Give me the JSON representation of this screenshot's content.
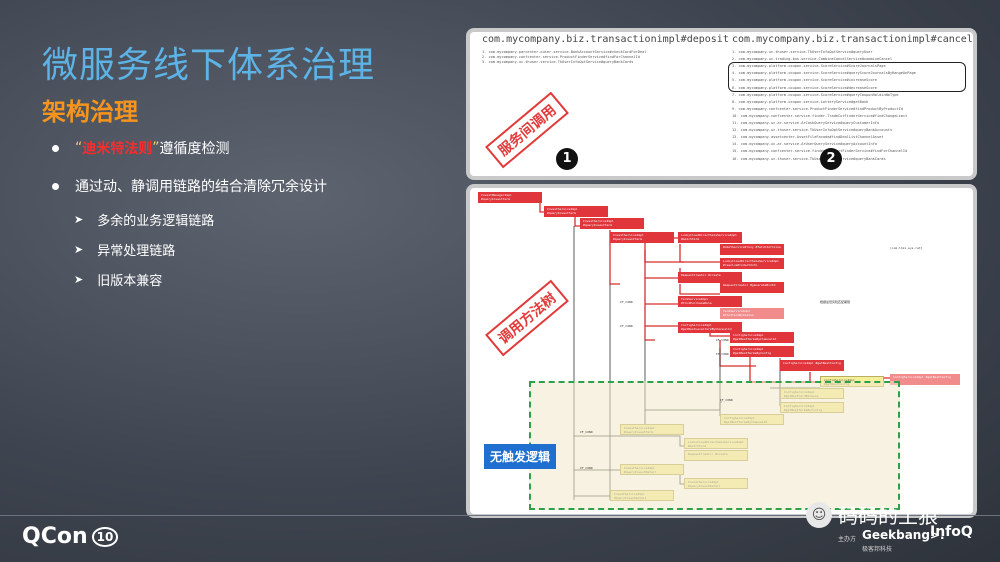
{
  "slide": {
    "title": "微服务线下体系治理",
    "subtitle": "架构治理",
    "bullet1": {
      "quote_open": "“",
      "highlight": "迪米特法则",
      "quote_close": "”",
      "text": "遵循度检测"
    },
    "bullet2": "通过动、静调用链路的结合清除冗余设计",
    "sub_items": [
      "多余的业务逻辑链路",
      "异常处理链路",
      "旧版本兼容"
    ],
    "logo_text": "QCon",
    "logo_badge": "10",
    "watermark": "码码的土狼",
    "org_label": "主办方",
    "brand1": "Geekbang>.",
    "brand1_sub": "极客邦科技",
    "brand2": "InfoQ"
  },
  "panel1": {
    "left_header": "com.mycompany.biz.transactionimpl#deposit",
    "right_header": "com.mycompany.biz.transactionimpl#cancel",
    "stamp": "服务间调用",
    "badge_left": "1",
    "badge_right": "2",
    "left_lines": [
      "1. com.mycompany.parcenter.outer.service.BankAccountService#checkCardForDeal",
      "2. com.mycompany.confcenter.service.ProductFinderService#findForChannelId",
      "3. com.mycompany.uc.thuser.service.TkUserInfoOptService#queryBankCards"
    ],
    "right_lines": [
      "1. com.mycompany.uc.thuser.service.TkUserInfoOptService#queryUser",
      "2. com.mycompany.uc.trading.bus.service.CombineCancelService#combineCancel",
      "3. com.mycompany.platform.coupon.service.ScoreService#ScoreJournalsPage",
      "4. com.mycompany.platform.coupon.service.ScoreService#queryScoreJournalsByRangeOnPage",
      "5. com.mycompany.platform.coupon.service.ScoreService#increaseScore",
      "6. com.mycompany.platform.coupon.service.ScoreService#decreaseScore",
      "7. com.mycompany.platform.coupon.service.ScoreService#queryCouponHoldinNoType",
      "8. com.mycompany.platform.coupon.service.LotteryService#getBank",
      "9. com.mycompany.confcenter.service.ProductFinderService#findProductByProductId",
      "10. com.mycompany.confcenter.service.finder.TradeCutFinderService#findChangeLimit",
      "11. com.mycompany.uc.ar.service.ArCashQueryService#queryCustomerInfo",
      "12. com.mycompany.uc.thuser.service.TkUserInfoOptService#queryBankAccounts",
      "13. com.mycompany.assetcenter.AssetFileFacade#findDealListChannelAsset",
      "14. com.mycompany.uc.ar.service.ArUserQueryService#queryAccountInfo",
      "15. com.mycompany.confcenter.service.finder.ProductFinderService#findForChannelId",
      "16. com.mycompany.uc.thuser.service.TkUserInfoOptService#queryBankCards"
    ]
  },
  "panel2": {
    "stamp": "调用方法树",
    "dead_label": "无触发逻辑",
    "nodes": [
      "InvestManagerImpl #queryInvestTerm",
      "InvestServiceImpl #queryInvestTerm",
      "InvestServiceImpl #queryInvestTerm",
      "InvestServiceImpl #queryInvestTerm",
      "LuckyCloudDirectSaleServiceImpl #matchTerm",
      "RobotServiceProxy #fetchInfoline",
      "LuckyCloudDirectSaleServiceImpl #resolveProductInfo",
      "RequestCreator #create",
      "RequestCreator #generateBizId",
      "TermServiceImpl #findPurchaseRule",
      "TermServiceImpl #findTermByStatus",
      "ConfigServiceImpl #getBestLevelTermByChannelId",
      "ConfigServiceImpl #getBestTermsByChannelId",
      "ConfigServiceImpl #getBestTermsByConfig",
      "ConfigServiceImpl #getBestConfig",
      "ConfigServiceImpl #getBestConfig",
      "ConfigServiceImpl #getBestConfig",
      "ConfigServiceImpl #getBestCardBalance",
      "ConfigServiceImpl #getBestTermsByConfig",
      "ConfigServiceImpl #getBestTermsByChannelId",
      "InvestServiceImpl #queryInvestTerm",
      "LuckyCloudDirectSaleServiceImpl #matchTerm",
      "RequestCreator #create",
      "InvestServiceImpl #queryInvestDetail",
      "InvestServiceImpl #queryInvestDetail",
      "InvestServiceImpl #queryInvestDetail"
    ],
    "side_notes": [
      "[com.lhzx.sys.ret]",
      "根据最低风险匹配期限",
      "IF_COND",
      "IF_COND",
      "IF_COND",
      "IF_COND",
      "IF_COND",
      "IF_COND",
      "IF_COND"
    ]
  }
}
